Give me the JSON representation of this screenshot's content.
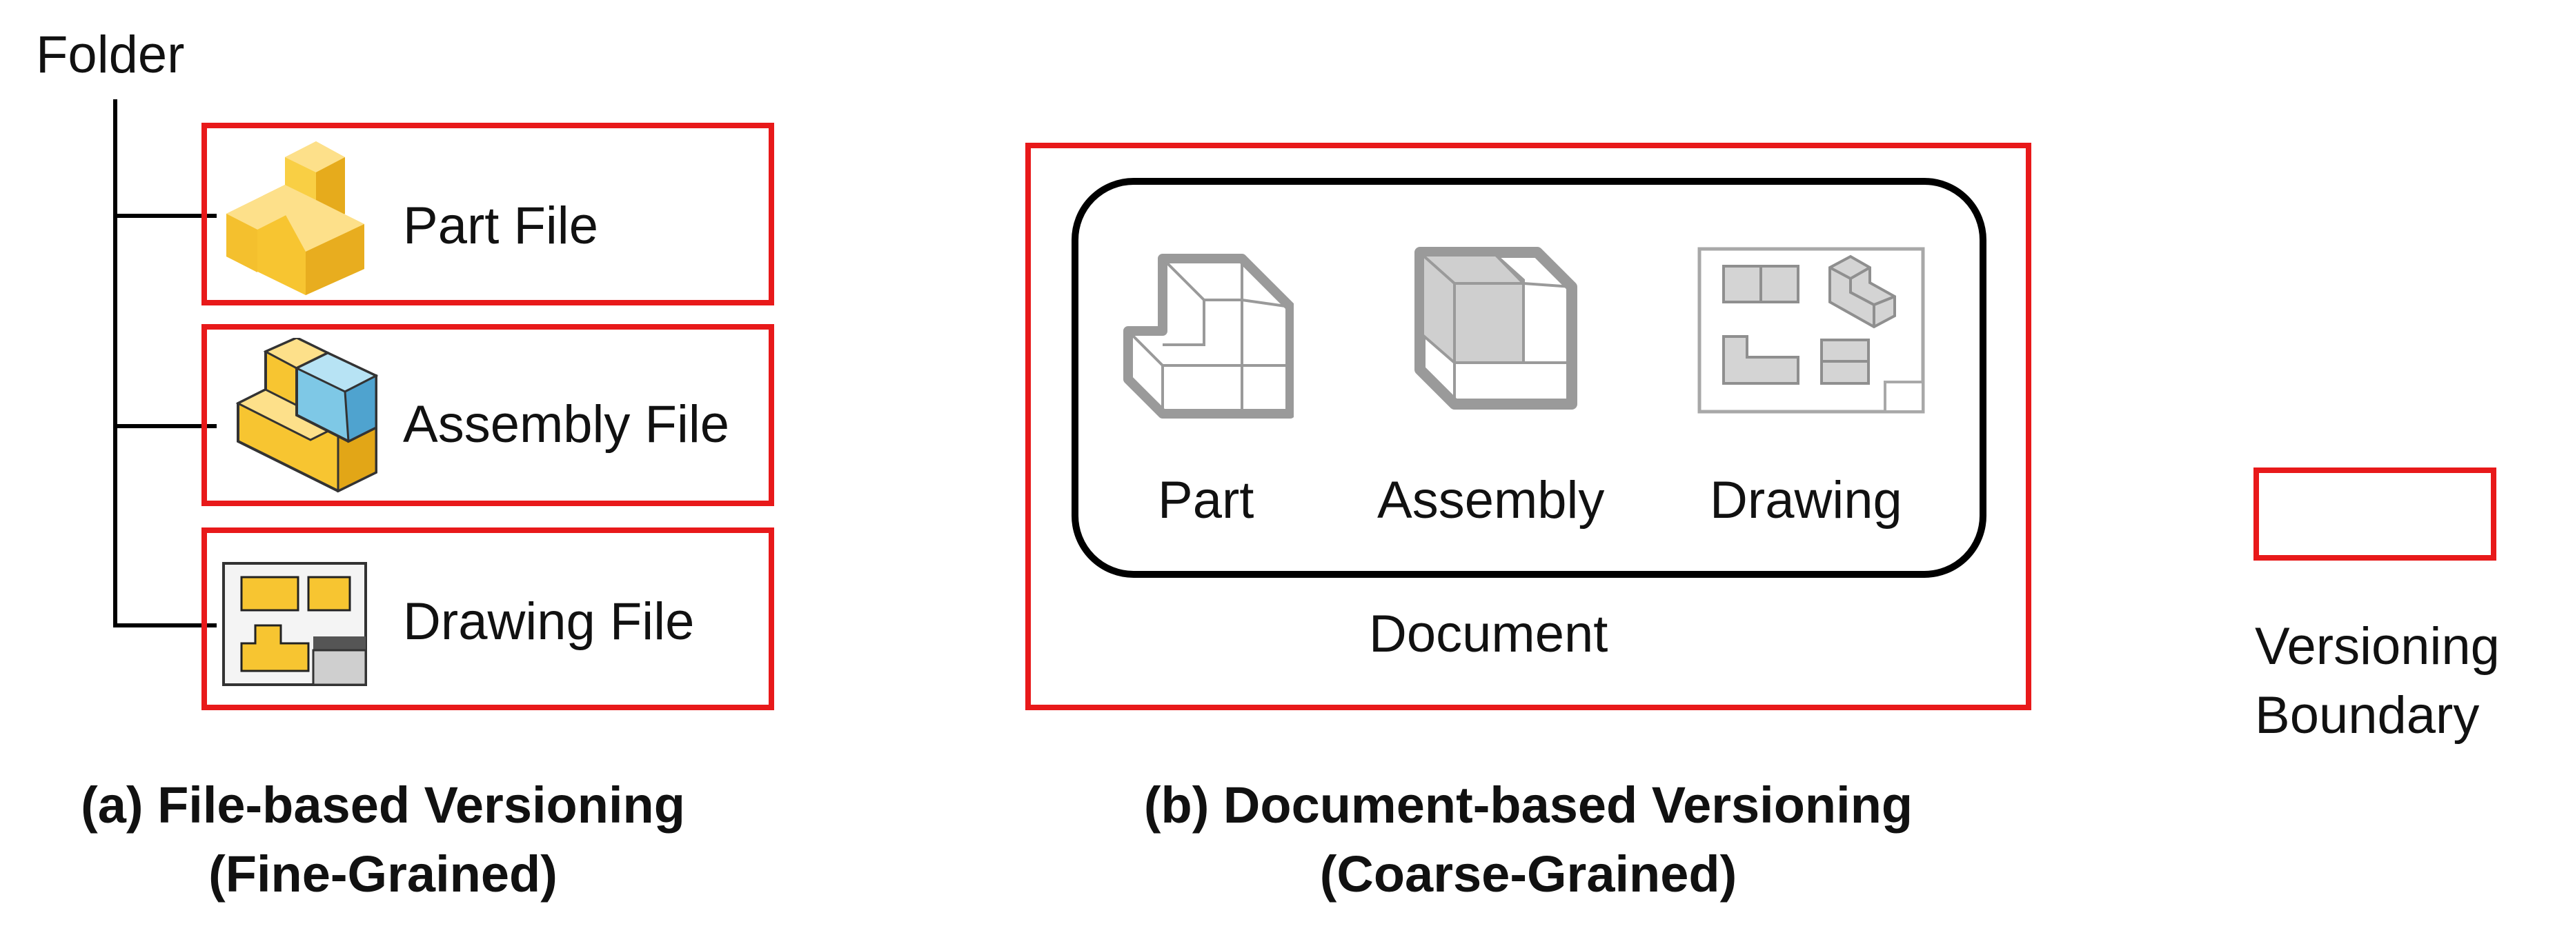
{
  "left": {
    "folder_label": "Folder",
    "files": [
      {
        "label": "Part File",
        "icon": "part-file-icon"
      },
      {
        "label": "Assembly File",
        "icon": "assembly-file-icon"
      },
      {
        "label": "Drawing File",
        "icon": "drawing-file-icon"
      }
    ],
    "caption_line1": "(a) File-based Versioning",
    "caption_line2": "(Fine-Grained)"
  },
  "middle": {
    "items": [
      {
        "label": "Part",
        "icon": "part-outline-icon"
      },
      {
        "label": "Assembly",
        "icon": "assembly-outline-icon"
      },
      {
        "label": "Drawing",
        "icon": "drawing-outline-icon"
      }
    ],
    "document_label": "Document",
    "caption_line1": "(b) Document-based Versioning",
    "caption_line2": "(Coarse-Grained)"
  },
  "legend": {
    "line1": "Versioning",
    "line2": "Boundary"
  },
  "colors": {
    "boundary": "#e8191a",
    "icon_yellow": "#f7c531",
    "icon_blue": "#7ec8e6",
    "icon_gray": "#9a9a9a"
  }
}
